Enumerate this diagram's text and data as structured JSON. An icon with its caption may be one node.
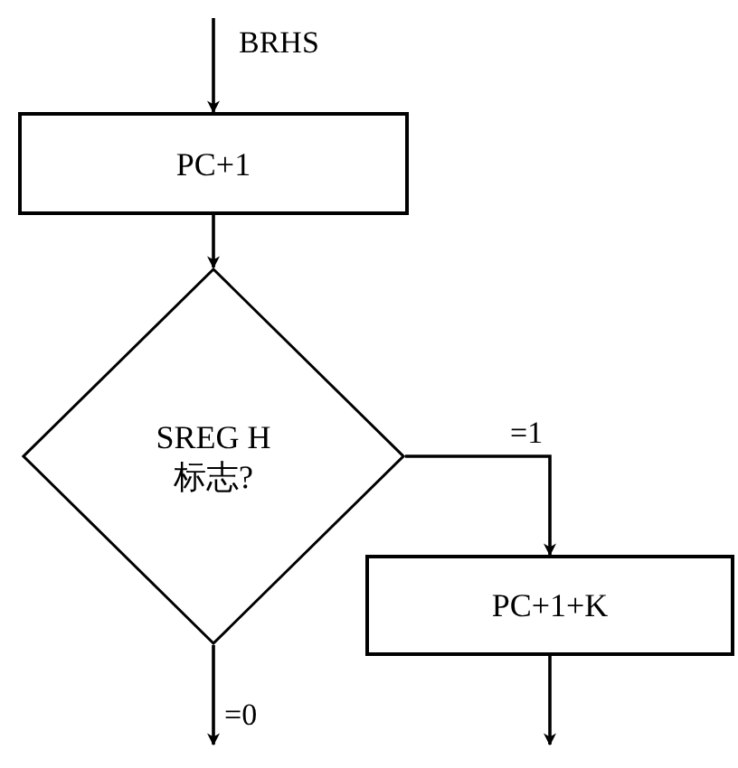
{
  "diagram": {
    "nodes": [
      {
        "text": [
          "PC+1"
        ]
      },
      {
        "text": [
          "SREG H标志?"
        ]
      },
      {
        "text": [
          "PC+1+K"
        ]
      }
    ],
    "edges": [
      {
        "from": null,
        "to": 0,
        "arrow": "to",
        "label": "BRHS"
      },
      {
        "from": 0,
        "to": 1,
        "arrow": "to"
      },
      {
        "from": 1,
        "to": 2,
        "arrow": "to",
        "label": "=1"
      },
      {
        "from": 1,
        "to": null,
        "arrow": "to",
        "label": "=0"
      },
      {
        "from": 2,
        "to": null,
        "arrow": "to"
      }
    ]
  }
}
